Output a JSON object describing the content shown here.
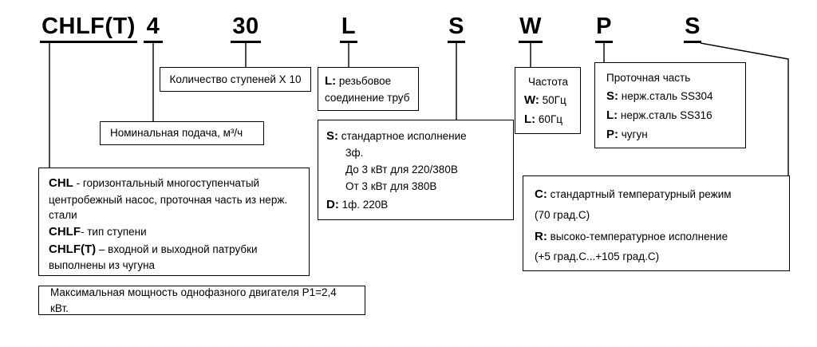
{
  "codes": [
    "CHLF(T)",
    "4",
    "30",
    "L",
    "S",
    "W",
    "P",
    "S"
  ],
  "boxes": {
    "stages": {
      "text": "Количество ступеней X 10"
    },
    "flow": {
      "text": "Номинальная подача, м³/ч"
    },
    "thread": {
      "prefix": "L:",
      "text": " резьбовое соединение труб"
    },
    "power": {
      "line1_prefix": "S:",
      "line1": " стандартное исполнение",
      "line2": "3ф.",
      "line3": "До 3 кВт для 220/380В",
      "line4": "От 3 кВт для 380В",
      "line5_prefix": "D:",
      "line5": " 1ф. 220В"
    },
    "frequency": {
      "title": "Частота",
      "items": [
        {
          "prefix": "W:",
          "text": " 50Гц"
        },
        {
          "prefix": "L:",
          "text": " 60Гц"
        }
      ]
    },
    "material": {
      "title": "Проточная часть",
      "items": [
        {
          "prefix": "S:",
          "text": " нерж.сталь SS304"
        },
        {
          "prefix": "L:",
          "text": " нерж.сталь SS316"
        },
        {
          "prefix": "P:",
          "text": " чугун"
        }
      ]
    },
    "pump_type": {
      "line1_prefix": "CHL",
      "line1": " - горизонтальный многоступенчатый центробежный насос, проточная часть из нерж. стали",
      "line2_prefix": "CHLF",
      "line2": "- тип ступени",
      "line3_prefix": "CHLF(T)",
      "line3": " – входной и выходной патрубки выполнены из чугуна"
    },
    "temperature": {
      "line1_prefix": "C:",
      "line1": " стандартный температурный режим",
      "line2": "(70 град.С)",
      "line3_prefix": "R:",
      "line3": " высоко-температурное исполнение",
      "line4": "(+5 град.С...+105 град.С)"
    },
    "max_power": {
      "text": "Максимальная мощность однофазного двигателя P1=2,4 кВт."
    }
  }
}
